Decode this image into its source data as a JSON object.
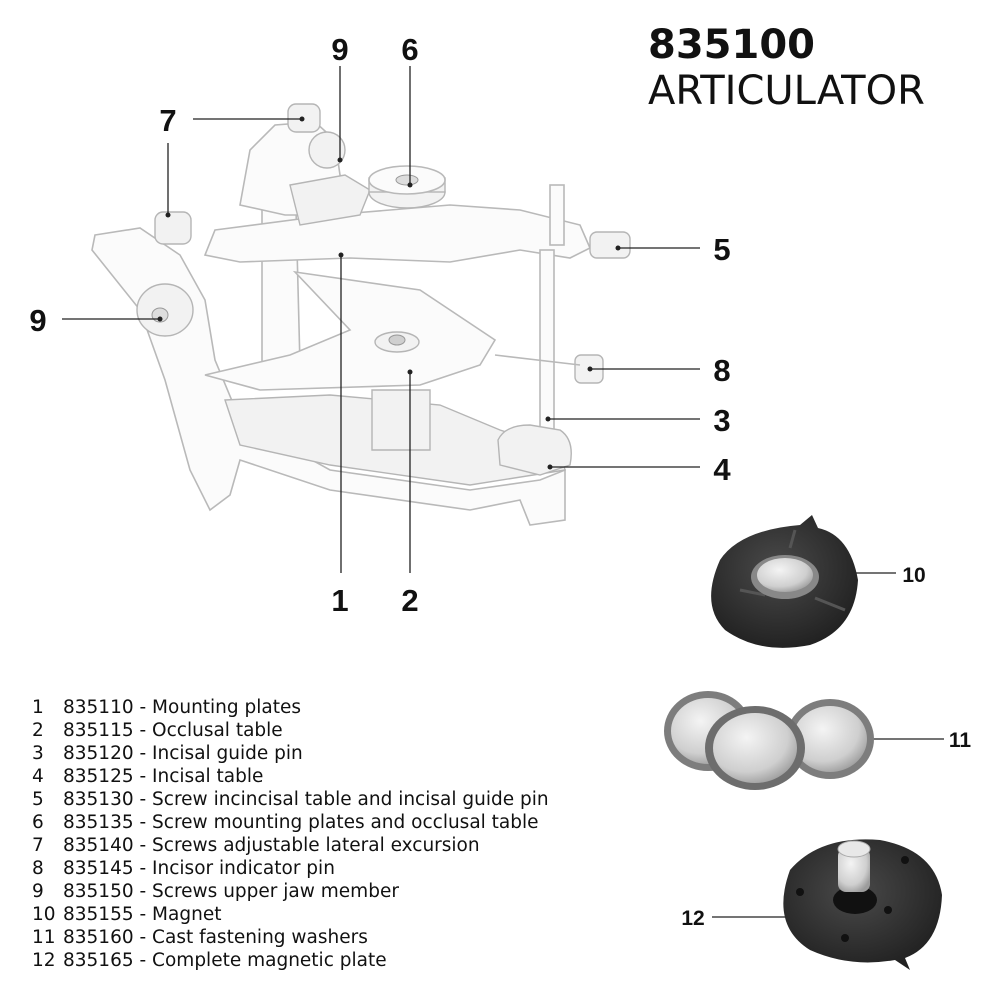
{
  "title": {
    "code": "835100",
    "name": "ARTICULATOR"
  },
  "callouts": {
    "c9_top": "9",
    "c6": "6",
    "c7": "7",
    "c5": "5",
    "c9_left": "9",
    "c8": "8",
    "c3": "3",
    "c4": "4",
    "c1": "1",
    "c2": "2",
    "c10": "10",
    "c11": "11",
    "c12": "12"
  },
  "parts": [
    {
      "num": "1",
      "desc": "835110 - Mounting plates"
    },
    {
      "num": "2",
      "desc": "835115 - Occlusal table"
    },
    {
      "num": "3",
      "desc": "835120 - Incisal guide pin"
    },
    {
      "num": "4",
      "desc": "835125 - Incisal table"
    },
    {
      "num": "5",
      "desc": "835130 - Screw incincisal table and incisal guide pin"
    },
    {
      "num": "6",
      "desc": "835135 - Screw mounting plates and occlusal table"
    },
    {
      "num": "7",
      "desc": "835140 - Screws adjustable lateral excursion"
    },
    {
      "num": "8",
      "desc": "835145 - Incisor indicator pin"
    },
    {
      "num": "9",
      "desc": "835150 - Screws upper jaw member"
    },
    {
      "num": "10",
      "desc": "835155 - Magnet"
    },
    {
      "num": "11",
      "desc": "835160 - Cast fastening washers"
    },
    {
      "num": "12",
      "desc": "835165 - Complete magnetic plate"
    }
  ],
  "colors": {
    "ink": "#111111",
    "outline": "#b9b9b9",
    "metal_dark": "#2a2a2a",
    "metal_light": "#d8d8d8"
  }
}
